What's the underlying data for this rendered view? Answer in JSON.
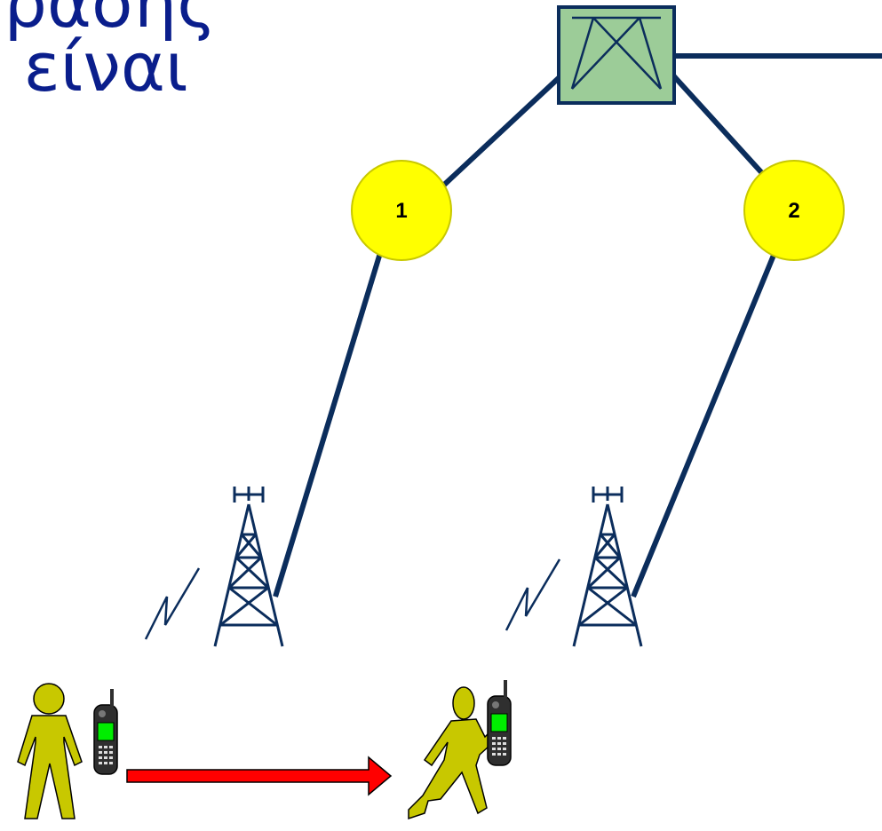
{
  "title": {
    "line1": "ςρασης",
    "line2": "ν είναι"
  },
  "nodes": [
    {
      "id": "controller-1",
      "label": "1"
    },
    {
      "id": "controller-2",
      "label": "2"
    }
  ],
  "colors": {
    "link": "#0b2d5c",
    "node_fill": "#ffff00",
    "node_stroke": "#c8c800",
    "switch_fill": "#9ccc98",
    "switch_stroke": "#0b2d5c",
    "arrow": "#ff0000",
    "person": "#c8c800",
    "title_text": "#0a1e8c"
  },
  "icons": {
    "switch": "switching-center-icon",
    "tower": "antenna-tower-icon",
    "signal": "radio-signal-icon",
    "person_standing": "standing-person-icon",
    "person_walking": "walking-person-icon",
    "phone": "mobile-phone-icon",
    "arrow": "movement-arrow-icon"
  }
}
